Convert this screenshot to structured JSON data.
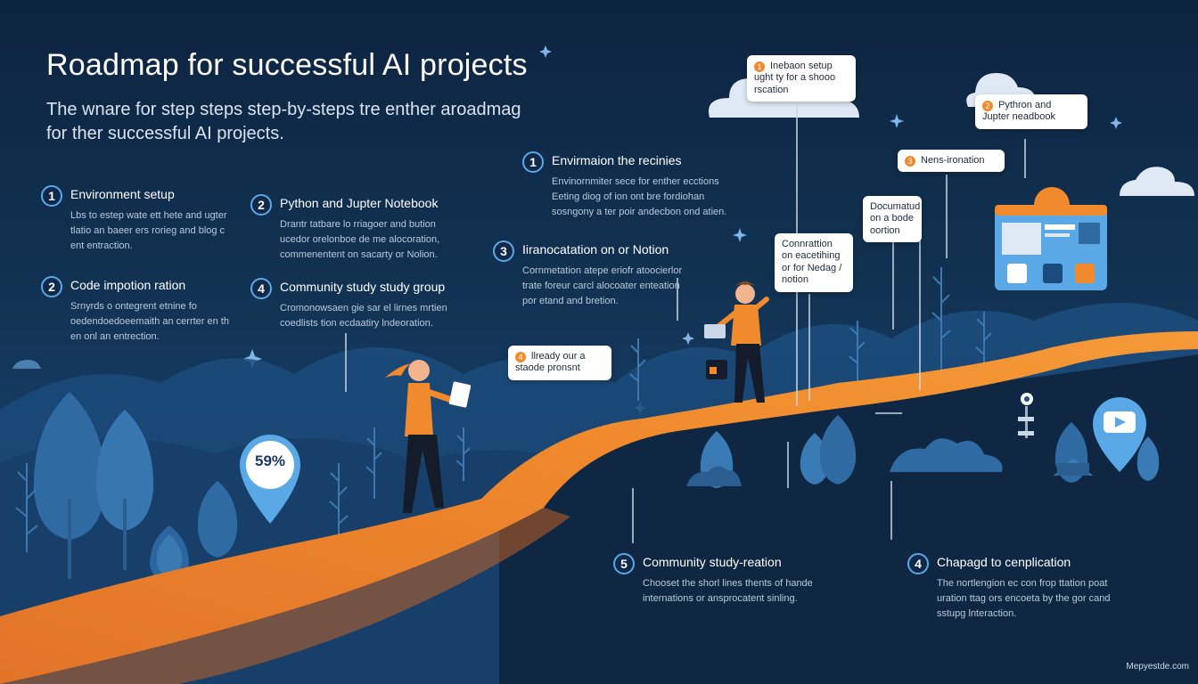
{
  "header": {
    "title": "Roadmap for successful AI projects",
    "subtitle": "The wnare for step steps step-by-steps tre enther aroadmag for ther successful AI projects."
  },
  "steps": [
    {
      "number": "1",
      "title": "Environment setup",
      "description": "Lbs to estep wate ett hete and ugter tlatio an baeer ers rorieg and blog c ent entraction."
    },
    {
      "number": "2",
      "title": "Code impotion ration",
      "description": "Srnyrds o ontegrent etnine fo oedendoedoeemaith an cerrter en th en onl an entrection."
    },
    {
      "number": "2",
      "title": "Python and Jupter Notebook",
      "description": "Drantr tatbare lo rriagoer and bution ucedor orelonboe de me alocoration, commenentent on sacarty or Nolion."
    },
    {
      "number": "4",
      "title": "Community study study group",
      "description": "Cromonowsaen gie sar el lirnes mrtien coedlists tion ecdaatiry lndeoration."
    },
    {
      "number": "1",
      "title": "Envirmaion the recinies",
      "description": "Envinornmiter sece for enther ecctions Eeting diog of ion ont bre fordiohan sosngony a ter poir andecbon ond atien."
    },
    {
      "number": "3",
      "title": "Iiranocatation on or Notion",
      "description": "Cornmetation atepe eriofr atoocierlor trate foreur carcl alocoater enteation por etand and bretion."
    },
    {
      "number": "5",
      "title": "Community study-reation",
      "description": "Chooset the shorl lines thents of hande internations or ansprocatent sinling."
    },
    {
      "number": "4",
      "title": "Chapagd to cenplication",
      "description": "The nortlengion ec con frop ttation poat uration ttag ors encoeta by the gor cand sstupg lnteraction."
    }
  ],
  "callouts": [
    {
      "icon": "1",
      "text": "Inebaon setup ught ty for a shooo rscation"
    },
    {
      "icon": "2",
      "text": "Pythron and Jupter neadbook"
    },
    {
      "icon": "3",
      "text": "Nens-ironation"
    },
    {
      "icon": "",
      "text": "Documatud on a bode oortion"
    },
    {
      "icon": "",
      "text": "Connrattion on eacetihing or for Nedag / notion"
    },
    {
      "icon": "4",
      "text": "llready our a staode pronsnt"
    }
  ],
  "progress_pin": {
    "label": "59%"
  },
  "footer": {
    "watermark": "Mepyestde.com"
  },
  "colors": {
    "background_top": "#0d2440",
    "background_bottom": "#1a4d7d",
    "path_orange": "#f08a2c",
    "accent_blue": "#5aa9e6",
    "callout_white": "#ffffff"
  },
  "icons": [
    "cloud-icon",
    "sparkle-icon",
    "youtube-play-icon",
    "settings-icon",
    "laptop-icon",
    "tablet-icon",
    "bag-icon"
  ]
}
